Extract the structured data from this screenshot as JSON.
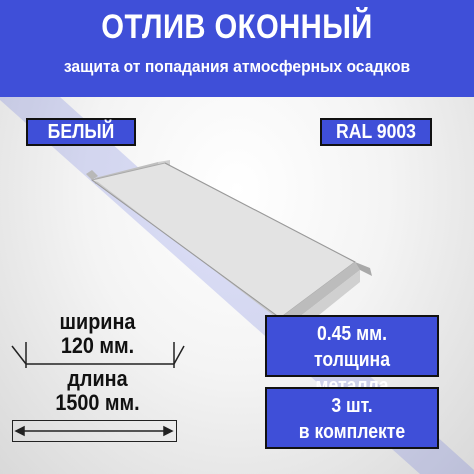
{
  "header": {
    "title": "ОТЛИВ ОКОННЫЙ",
    "subtitle": "защита от попадания атмосферных осадков"
  },
  "color_label": "БЕЛЫЙ",
  "ral_label": "RAL 9003",
  "dimensions": {
    "width_label": "ширина",
    "width_value": "120 мм.",
    "length_label": "длина",
    "length_value": "1500 мм."
  },
  "thickness": {
    "value": "0.45 мм.",
    "caption": "толщина металла"
  },
  "quantity": {
    "value": "3 шт.",
    "caption": "в комплекте"
  },
  "colors": {
    "accent": "#3f4fd8",
    "text_dark": "#111111",
    "product": "#d8d8d8"
  }
}
